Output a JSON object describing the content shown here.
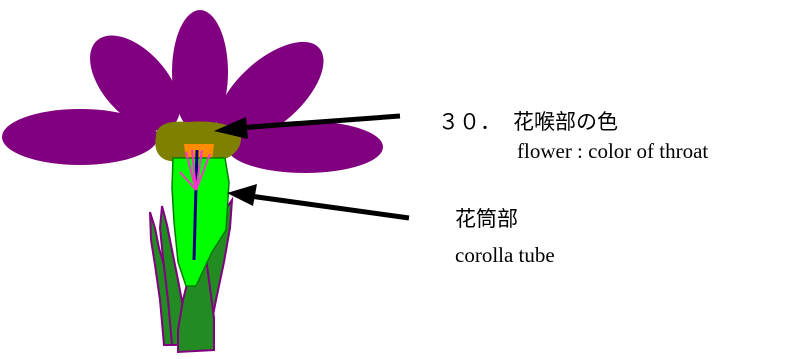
{
  "labels": {
    "throat": {
      "number": "３０．",
      "japanese": "花喉部の色",
      "english": "flower : color of throat"
    },
    "tube": {
      "japanese": "花筒部",
      "english": "corolla tube"
    }
  },
  "colors": {
    "petal": "#800080",
    "throat": "#808000",
    "throat_center": "#ff8c00",
    "corolla_tube": "#00ff00",
    "calyx": "#228b22",
    "outline": "#800080",
    "stamen": "#ff33cc",
    "style": "#000080",
    "arrow": "#000000"
  }
}
